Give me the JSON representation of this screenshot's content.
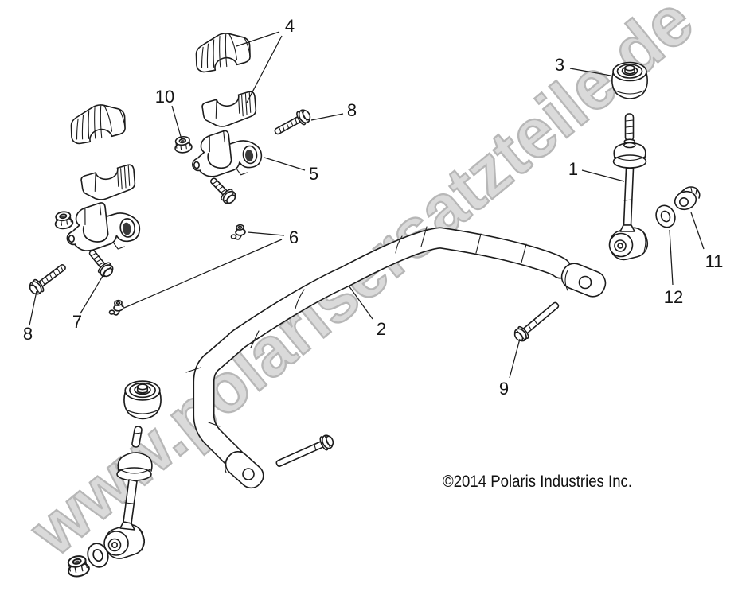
{
  "watermark": {
    "text": "www.polarisersatzteile.de"
  },
  "footer": {
    "copyright": "©2014 Polaris Industries Inc."
  },
  "colors": {
    "background": "#ffffff",
    "line": "#1c1c1c",
    "watermark_fill": "#d6d6d6",
    "watermark_stroke": "#b0b0b0",
    "callout_text": "#141414"
  },
  "callouts": [
    {
      "id": "1",
      "label": "1"
    },
    {
      "id": "2",
      "label": "2"
    },
    {
      "id": "3",
      "label": "3"
    },
    {
      "id": "4",
      "label": "4"
    },
    {
      "id": "5",
      "label": "5"
    },
    {
      "id": "6",
      "label": "6"
    },
    {
      "id": "7",
      "label": "7"
    },
    {
      "id": "8-left",
      "label": "8"
    },
    {
      "id": "8-right",
      "label": "8"
    },
    {
      "id": "9",
      "label": "9"
    },
    {
      "id": "10",
      "label": "10"
    },
    {
      "id": "11",
      "label": "11"
    },
    {
      "id": "12",
      "label": "12"
    }
  ]
}
